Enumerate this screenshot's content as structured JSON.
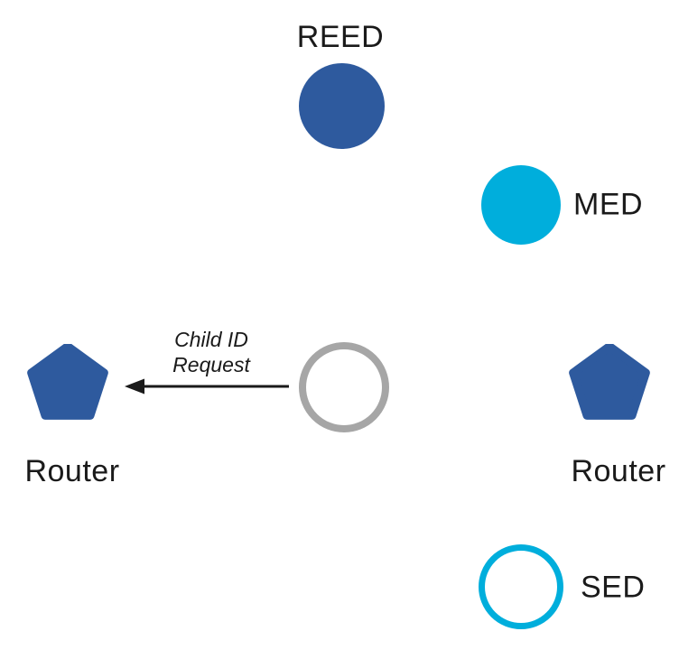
{
  "diagram": {
    "type": "network-topology",
    "description": "Thread mesh network device roles with a joiner device sending a Child ID Request to a Router",
    "background": "#FFFFFF",
    "colors": {
      "router_blue": "#2E5A9E",
      "device_cyan": "#00AEDC",
      "joiner_gray_border": "#A6A6A6",
      "text": "#1A1A1A",
      "arrow": "#1A1A1A"
    },
    "nodes": {
      "reed": {
        "label": "REED",
        "shape": "circle",
        "style": "filled-blue",
        "label_position": "top"
      },
      "med": {
        "label": "MED",
        "shape": "circle",
        "style": "filled-cyan",
        "label_position": "right"
      },
      "joiner": {
        "label": "",
        "shape": "circle",
        "style": "outlined-gray",
        "label_position": "none"
      },
      "router_left": {
        "label": "Router",
        "shape": "pentagon",
        "style": "filled-blue",
        "label_position": "bottom"
      },
      "router_right": {
        "label": "Router",
        "shape": "pentagon",
        "style": "filled-blue",
        "label_position": "bottom"
      },
      "sed": {
        "label": "SED",
        "shape": "circle",
        "style": "outlined-cyan",
        "label_position": "right"
      }
    },
    "edges": [
      {
        "from": "joiner",
        "to": "router_left",
        "direction": "left",
        "arrowhead": "to",
        "label": {
          "line1": "Child ID",
          "line2": "Request"
        }
      }
    ]
  }
}
